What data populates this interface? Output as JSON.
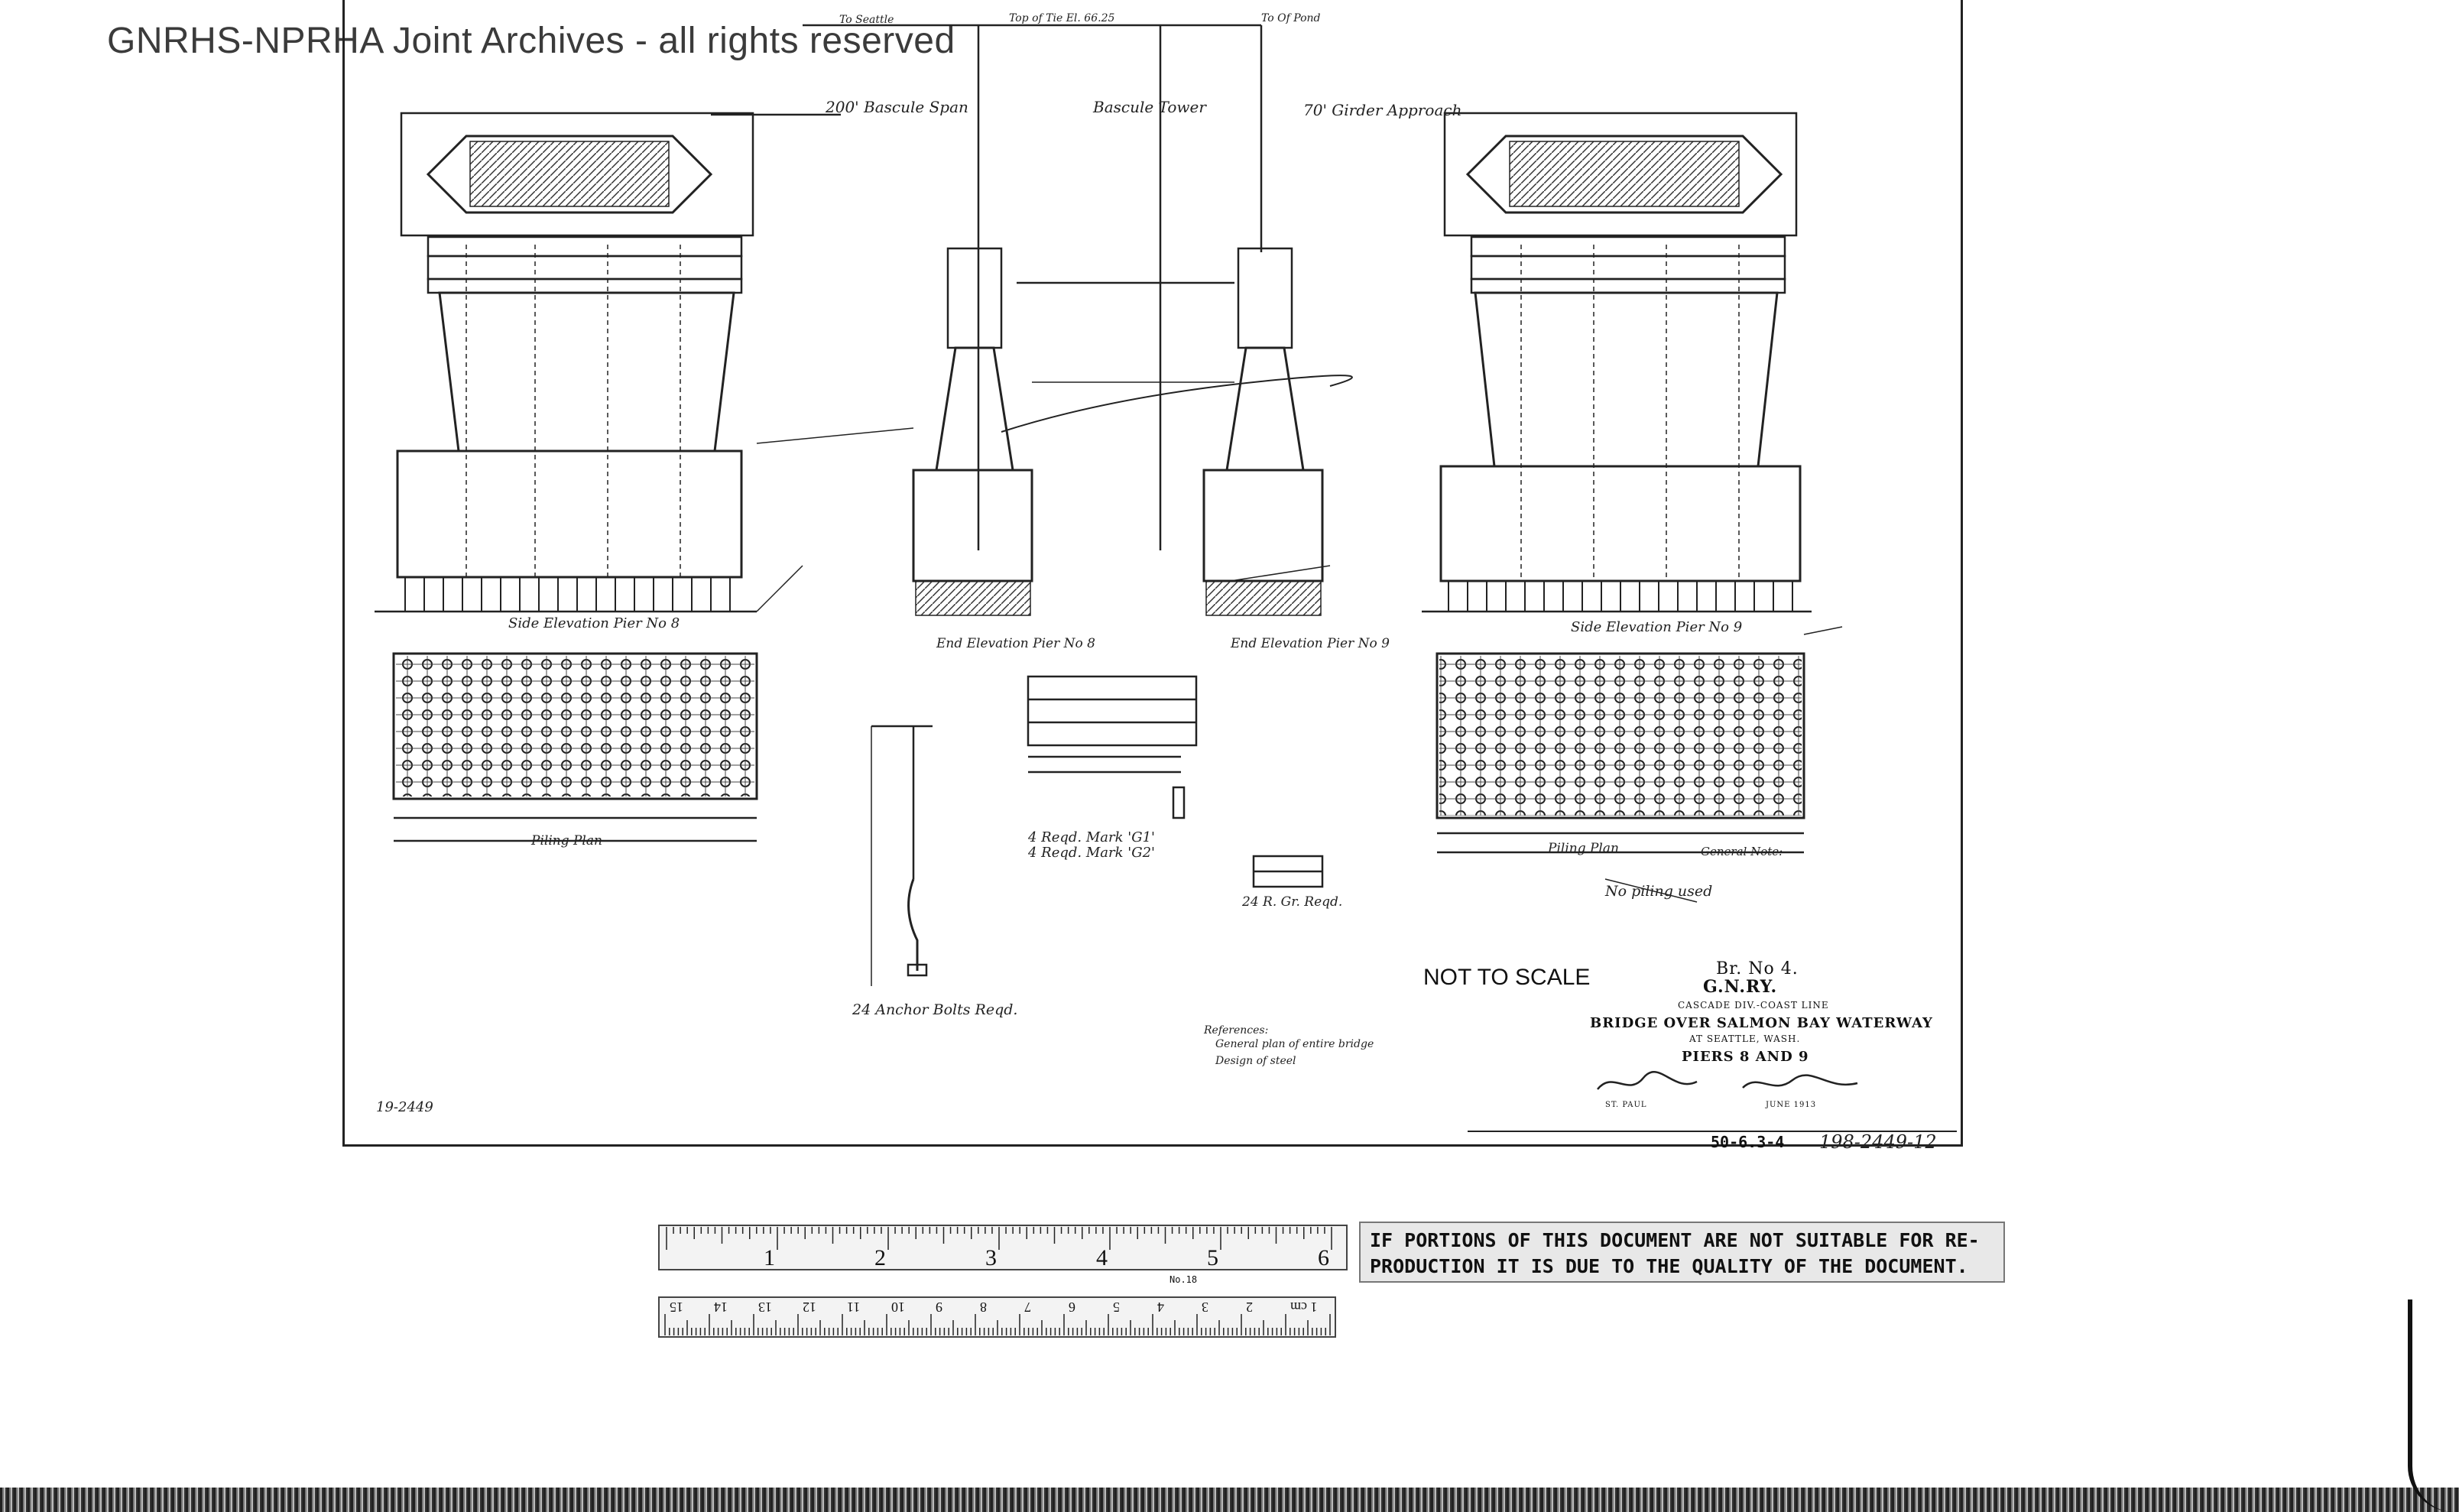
{
  "watermark": "GNRHS-NPRHA Joint Archives - all rights reserved",
  "header": {
    "to_seattle": "To Seattle",
    "top_of_tie": "Top of Tie El. 66.25",
    "to_of_pond": "To Of Pond",
    "bascule_span": "200' Bascule Span",
    "bascule_tower": "Bascule Tower",
    "girder_approach": "70' Girder Approach"
  },
  "views": {
    "side_elevation_pier8": "Side Elevation Pier No 8",
    "end_elevation_pier8": "End Elevation Pier No 8",
    "end_elevation_pier9": "End Elevation Pier No 9",
    "side_elevation_pier9": "Side Elevation Pier No 9",
    "piling_plan_left": "Piling Plan",
    "piling_plan_right": "Piling Plan",
    "no_piling_used": "No piling used"
  },
  "schedules": {
    "anchor_bolts": "24 Anchor Bolts Reqd.",
    "mark_g1": "4 Reqd. Mark 'G1'",
    "mark_g2": "4 Reqd. Mark 'G2'",
    "grillage": "24 R. Gr. Reqd."
  },
  "notes": {
    "general_note_title": "General Note:",
    "references_title": "References:",
    "reference_1": "General plan of entire bridge",
    "reference_2": "Design of steel"
  },
  "title_block": {
    "not_to_scale": "NOT TO SCALE",
    "bridge_no": "Br. No 4.",
    "railway": "G.N.RY.",
    "division": "CASCADE DIV.-COAST LINE",
    "bridge_name": "BRIDGE OVER SALMON BAY WATERWAY",
    "location": "AT SEATTLE, WASH.",
    "subject": "PIERS 8 AND 9",
    "office": "ST. PAUL",
    "date": "JUNE 1913",
    "sheet_no": "50-6.3-4",
    "file_no": "198-2449-12",
    "left_mark": "19-2449"
  },
  "rulers": {
    "inch_labels": [
      "1",
      "2",
      "3",
      "4",
      "5",
      "6"
    ],
    "cm_labels": [
      "15",
      "14",
      "13",
      "12",
      "11",
      "10",
      "9",
      "8",
      "7",
      "6",
      "5",
      "4",
      "3",
      "2",
      "1 cm"
    ],
    "ruler_no": "No.18"
  },
  "notice_lines": [
    "IF PORTIONS OF THIS DOCUMENT ARE NOT SUITABLE FOR RE-",
    "PRODUCTION IT IS DUE TO THE QUALITY OF THE DOCUMENT."
  ]
}
